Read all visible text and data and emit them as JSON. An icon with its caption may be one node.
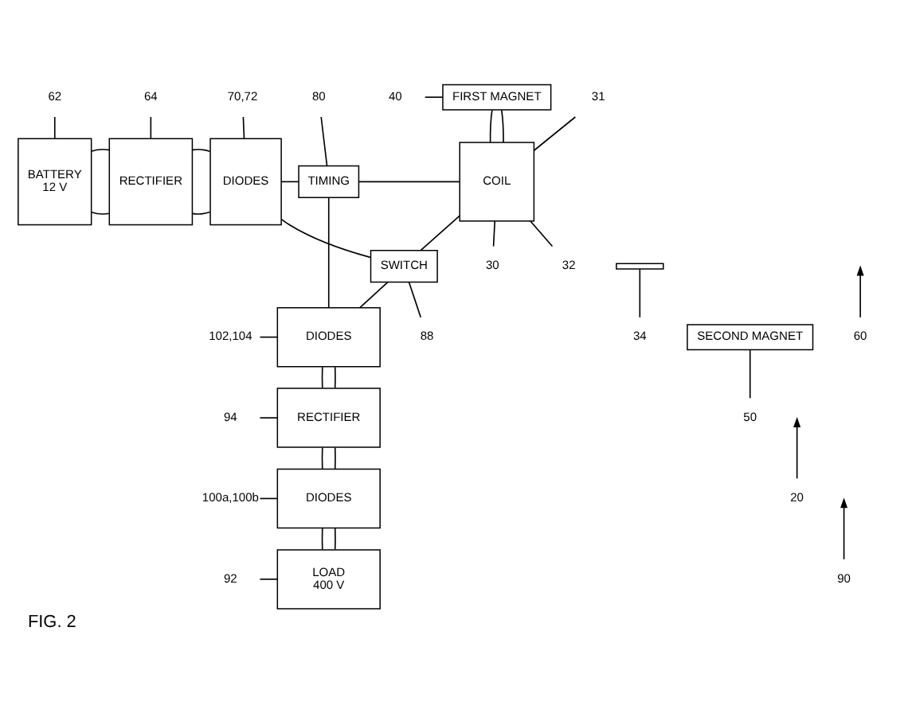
{
  "diagram": {
    "caption": "FIG. 2",
    "nodes": [
      {
        "text": [
          "62"
        ]
      },
      {
        "text": [
          "64"
        ]
      },
      {
        "text": [
          "70,72"
        ]
      },
      {
        "text": [
          "80"
        ]
      },
      {
        "text": [
          "40"
        ]
      },
      {
        "text": [
          "FIRST MAGNET"
        ]
      },
      {
        "text": [
          "31"
        ]
      },
      {
        "text": [
          "BATTERY",
          "12 V"
        ]
      },
      {
        "text": [
          "RECTIFIER"
        ]
      },
      {
        "text": [
          "DIODES"
        ]
      },
      {
        "text": [
          "TIMING"
        ]
      },
      {
        "text": [
          "COIL"
        ]
      },
      {
        "text": [
          "30"
        ]
      },
      {
        "text": [
          "SWITCH"
        ]
      },
      {
        "text": [
          "32"
        ]
      },
      {
        "text": [],
        "shape": "bar"
      },
      {
        "text": [
          "34"
        ]
      },
      {
        "text": [
          "88"
        ]
      },
      {
        "text": [
          "SECOND MAGNET"
        ]
      },
      {
        "text": [
          "50"
        ]
      },
      {
        "text": [
          "102,104"
        ]
      },
      {
        "text": [
          "DIODES"
        ]
      },
      {
        "text": [
          "60"
        ]
      },
      {
        "text": [
          "94"
        ]
      },
      {
        "text": [
          "RECTIFIER"
        ]
      },
      {
        "text": [
          "20"
        ]
      },
      {
        "text": [
          "100a,100b"
        ]
      },
      {
        "text": [
          "DIODES"
        ]
      },
      {
        "text": [
          "90"
        ]
      },
      {
        "text": [
          "92"
        ]
      },
      {
        "text": [
          "LOAD",
          "400 V"
        ]
      }
    ],
    "edges": [
      {
        "from": 7,
        "to": 8,
        "arrow": "none"
      },
      {
        "from": 7,
        "to": 8,
        "arrow": "none"
      },
      {
        "from": 8,
        "to": 9,
        "arrow": "none"
      },
      {
        "from": 8,
        "to": 9,
        "arrow": "none"
      },
      {
        "from": 9,
        "to": 10,
        "arrow": "none"
      },
      {
        "from": 9,
        "to": 13,
        "arrow": "none"
      },
      {
        "from": 10,
        "to": 11,
        "arrow": "none"
      },
      {
        "from": 10,
        "to": 21,
        "arrow": "none"
      },
      {
        "from": 13,
        "to": 11,
        "arrow": "none"
      },
      {
        "from": 13,
        "to": 21,
        "arrow": "none"
      },
      {
        "from": 5,
        "to": 11,
        "arrow": "none"
      },
      {
        "from": 5,
        "to": 11,
        "arrow": "none"
      },
      {
        "from": 21,
        "to": 24,
        "arrow": "none"
      },
      {
        "from": 21,
        "to": 24,
        "arrow": "none"
      },
      {
        "from": 24,
        "to": 27,
        "arrow": "none"
      },
      {
        "from": 24,
        "to": 27,
        "arrow": "none"
      },
      {
        "from": 27,
        "to": 30,
        "arrow": "none"
      },
      {
        "from": 27,
        "to": 30,
        "arrow": "none"
      },
      {
        "from": 0,
        "to": 7,
        "arrow": "none"
      },
      {
        "from": 1,
        "to": 8,
        "arrow": "none"
      },
      {
        "from": 2,
        "to": 9,
        "arrow": "none"
      },
      {
        "from": 3,
        "to": 10,
        "arrow": "none"
      },
      {
        "from": 4,
        "to": 5,
        "arrow": "none"
      },
      {
        "from": 6,
        "to": 11,
        "arrow": "none"
      },
      {
        "from": 12,
        "to": 11,
        "arrow": "none"
      },
      {
        "from": 14,
        "to": 11,
        "arrow": "none"
      },
      {
        "from": 16,
        "to": 15,
        "arrow": "none"
      },
      {
        "from": 17,
        "to": 13,
        "arrow": "none"
      },
      {
        "from": 19,
        "to": 18,
        "arrow": "none"
      },
      {
        "from": 20,
        "to": 21,
        "arrow": "none"
      },
      {
        "from": 23,
        "to": 24,
        "arrow": "none"
      },
      {
        "from": 26,
        "to": 27,
        "arrow": "none"
      },
      {
        "from": 29,
        "to": 30,
        "arrow": "none"
      },
      {
        "from": 22,
        "to": null,
        "arrow": "to"
      },
      {
        "from": 25,
        "to": null,
        "arrow": "to"
      },
      {
        "from": 28,
        "to": null,
        "arrow": "to"
      }
    ]
  }
}
